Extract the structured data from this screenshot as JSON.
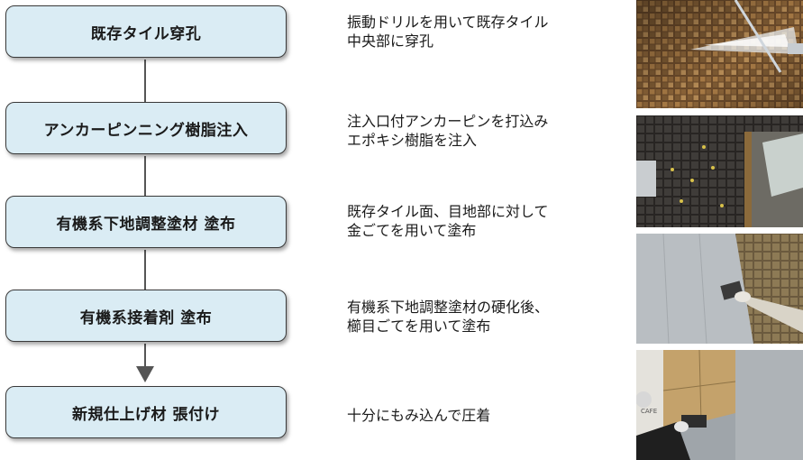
{
  "steps": [
    {
      "label": "既存タイル穿孔",
      "desc": "振動ドリルを用いて既存タイル\n中央部に穿孔"
    },
    {
      "label": "アンカーピンニング樹脂注入",
      "desc": "注入口付アンカーピンを打込み\nエポキシ樹脂を注入"
    },
    {
      "label": "有機系下地調整塗材 塗布",
      "desc": "既存タイル面、目地部に対して\n金ごてを用いて塗布"
    },
    {
      "label": "有機系接着剤 塗布",
      "desc": "有機系下地調整塗材の硬化後、\n櫛目ごてを用いて塗布"
    },
    {
      "label": "新規仕上げ材 張付け",
      "desc": "十分にもみ込んで圧着"
    }
  ],
  "photo_sign_text": "CAFE"
}
